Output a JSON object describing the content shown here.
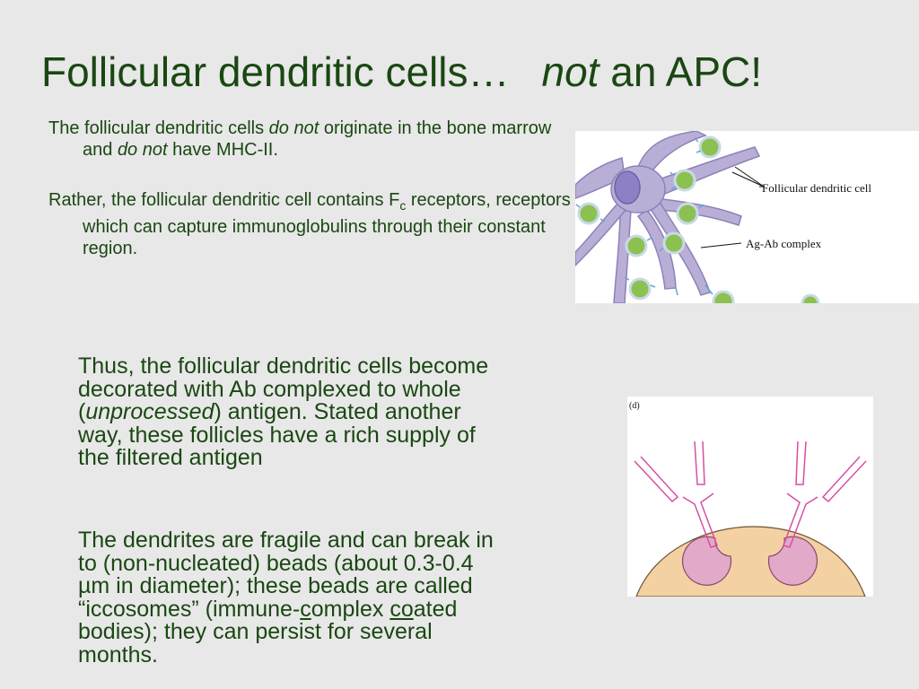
{
  "title": {
    "part1": "Follicular dendritic cells…",
    "part2_italic": "not",
    "part3": " an APC!"
  },
  "para1": {
    "t1": "The follicular dendritic cells ",
    "i1": "do not",
    "t2": " originate in the bone marrow and ",
    "i2": "do not",
    "t3": " have MHC-II."
  },
  "para2": {
    "t1": "Rather, the follicular dendritic cell contains F",
    "sub": "c",
    "t2": " receptors, receptors which can capture immunoglobulins through their constant region."
  },
  "para3": {
    "t1": "Thus, the follicular dendritic cells become decorated with Ab complexed to whole (",
    "i1": "unprocessed",
    "t2": ") antigen.  Stated another way, these follicles have a rich supply of the filtered antigen"
  },
  "para4": {
    "t1": "The dendrites are fragile and can break in to (non-nucleated) beads (about 0.3-0.4 µm in diameter); these beads are called “iccosomes” (immune-",
    "u1": "c",
    "t2": "omplex ",
    "u2": "co",
    "t3": "ated bodies); they can persist for several months."
  },
  "figure1": {
    "label_fdc": "Follicular dendritic cell",
    "label_agab": "Ag-Ab complex"
  },
  "figure2": {
    "panel_label": "(d)"
  },
  "colors": {
    "text": "#1a4712",
    "background": "#e8e8e8",
    "cell_body": "#b9afd6",
    "nucleus": "#8e80c4",
    "bead": "#e2a9c8",
    "antibody": "#d64fa4",
    "cell_surface": "#f4d1a3",
    "antigen_cell": "#8cc152"
  }
}
